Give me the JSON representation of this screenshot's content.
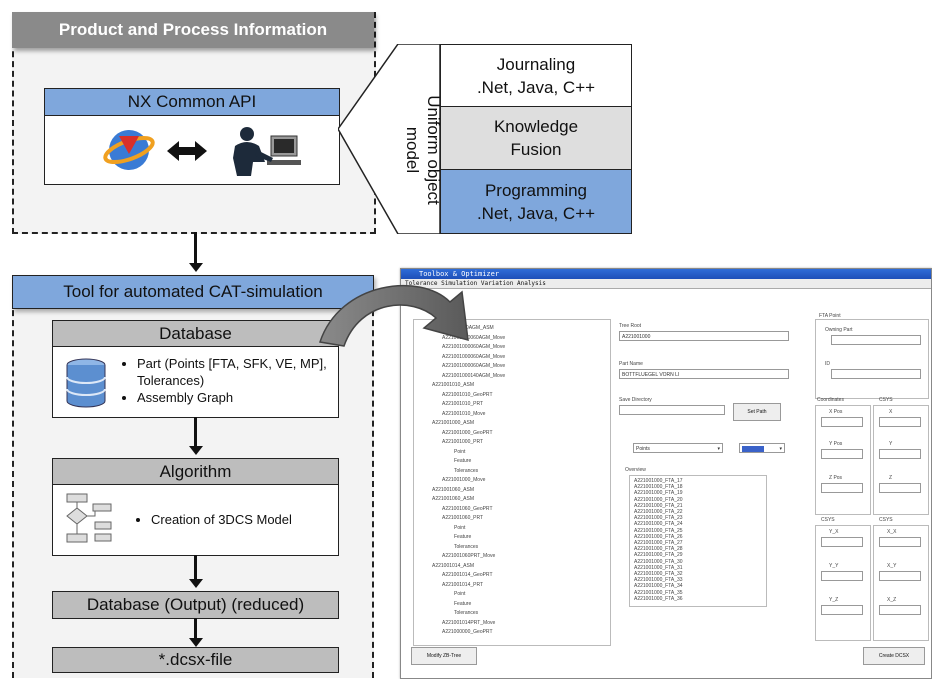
{
  "top_block": {
    "title": "Product and Process Information",
    "api_title": "NX Common API",
    "uniform_label": "Uniform object model",
    "options": [
      {
        "line1": "Journaling",
        "line2": ".Net, Java, C++"
      },
      {
        "line1": "Knowledge",
        "line2": "Fusion"
      },
      {
        "line1": "Programming",
        "line2": ".Net, Java, C++"
      }
    ]
  },
  "tool_block": {
    "title": "Tool for automated CAT-simulation",
    "database_title": "Database",
    "database_items": [
      "Part (Points [FTA, SFK, VE, MP], Tolerances)",
      "Assembly Graph"
    ],
    "algorithm_title": "Algorithm",
    "algorithm_items": [
      "Creation of 3DCS Model"
    ],
    "output_title": "Database (Output) (reduced)",
    "file_title": "*.dcsx-file"
  },
  "screenshot": {
    "window_title": "Toolbox & Optimizer",
    "tabs": "Tolerance Simulation  Variation Analysis",
    "tree_items": [
      "A221001000060AGM_ASM",
      "A221001000060AGM_Move",
      "A221001000060AGM_Move",
      "A221001000060AGM_Move",
      "A221001000060AGM_Move",
      "A221001000140AGM_Move",
      "A221001010_ASM",
      "A221001010_GeoPRT",
      "A221001010_PRT",
      "A221001010_Move",
      "A221001000_ASM",
      "A221001000_GeoPRT",
      "A221001000_PRT",
      "Point",
      "Feature",
      "Tolerances",
      "A221001000_Move",
      "A221001060_ASM",
      "A221001060_ASM",
      "A221001060_GeoPRT",
      "A221001060_PRT",
      "Point",
      "Feature",
      "Tolerances",
      "A221001060PRT_Move",
      "A221001014_ASM",
      "A221001014_GeoPRT",
      "A221001014_PRT",
      "Point",
      "Feature",
      "Tolerances",
      "A221001014PRT_Move",
      "A221000000_GeoPRT"
    ],
    "tree_root_label": "Tree Root",
    "tree_root_value": "A221001000",
    "part_name_label": "Part Name",
    "part_name_value": "BOTTFLUEGEL VORN LI",
    "save_dir_label": "Save Directory",
    "set_path_btn": "Set Path",
    "points_select": "Points",
    "overview_label": "Overview",
    "overview_items": [
      "A221001000_FTA_17",
      "A221001000_FTA_18",
      "A221001000_FTA_19",
      "A221001000_FTA_20",
      "A221001000_FTA_21",
      "A221001000_FTA_22",
      "A221001000_FTA_23",
      "A221001000_FTA_24",
      "A221001000_FTA_25",
      "A221001000_FTA_26",
      "A221001000_FTA_27",
      "A221001000_FTA_28",
      "A221001000_FTA_29",
      "A221001000_FTA_30",
      "A221001000_FTA_31",
      "A221001000_FTA_32",
      "A221001000_FTA_33",
      "A221001000_FTA_34",
      "A221001000_FTA_35",
      "A221001000_FTA_36"
    ],
    "fta_point_label": "FTA Point",
    "owning_part_label": "Owning Part",
    "id_label": "ID",
    "coordinates_label": "Coordinates",
    "csys_label": "CSYS",
    "x_pos": "X Pos",
    "y_pos": "Y Pos",
    "z_pos": "Z Pos",
    "x_label": "X",
    "y_label": "Y",
    "z_label": "Z",
    "csys_left_labels": [
      "Y_X",
      "Y_Y",
      "Y_Z"
    ],
    "csys_right_labels": [
      "X_X",
      "X_Y",
      "X_Z"
    ],
    "modify_btn": "Modify ZB-Tree",
    "create_btn": "Create DCSX"
  }
}
